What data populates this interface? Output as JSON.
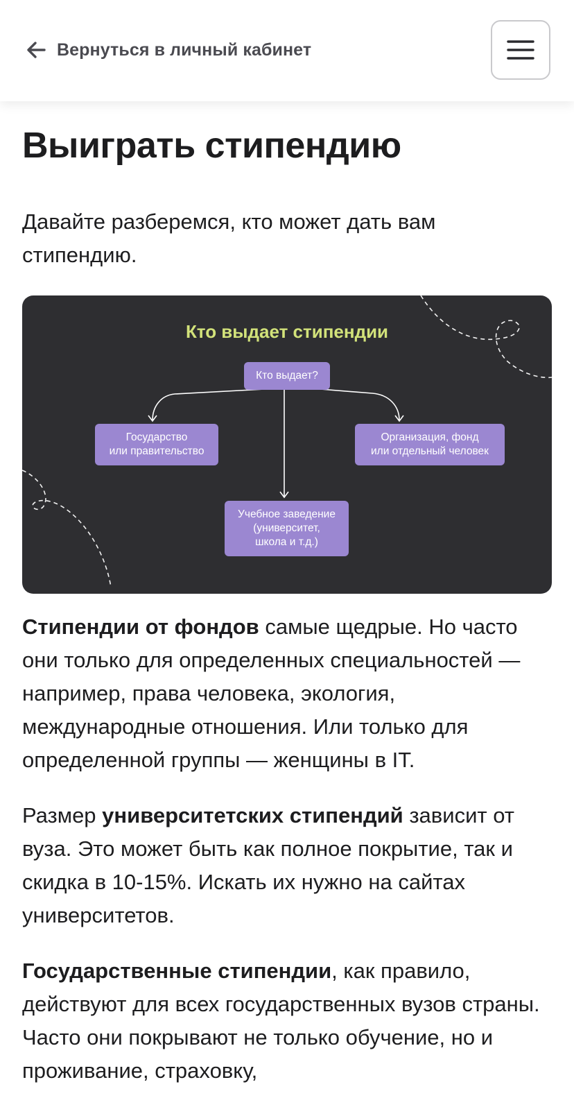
{
  "header": {
    "back_label": "Вернуться в личный кабинет",
    "menu_icon": "hamburger-icon"
  },
  "page": {
    "title": "Выиграть стипендию",
    "intro": "Давайте разберемся, кто может дать вам стипендию."
  },
  "diagram": {
    "title": "Кто выдает стипендии",
    "root": "Кто выдает?",
    "nodes": {
      "government": "Государство\nили правительство",
      "organization": "Организация, фонд\nили отдельный человек",
      "university": "Учебное заведение\n(университет,\nшкола и т.д.)"
    },
    "colors": {
      "background": "#2e2e31",
      "title": "#d2e27a",
      "node": "#9b87d1"
    }
  },
  "paragraphs": {
    "p1": {
      "bold": "Стипендии от фондов",
      "text": " самые щедрые. Но часто они только для определенных специальностей — например, права человека, экология, международные отношения. Или только для определенной группы — женщины в IT."
    },
    "p2": {
      "pre": "Размер ",
      "bold": "университетских стипендий",
      "text": " зависит от вуза. Это может быть как полное покрытие, так и скидка в 10-15%. Искать их нужно на сайтах университетов."
    },
    "p3": {
      "bold": "Государственные стипендии",
      "text": ", как правило, действуют для всех государственных вузов страны. Часто они покрывают не только обучение, но и проживание, страховку,"
    }
  }
}
